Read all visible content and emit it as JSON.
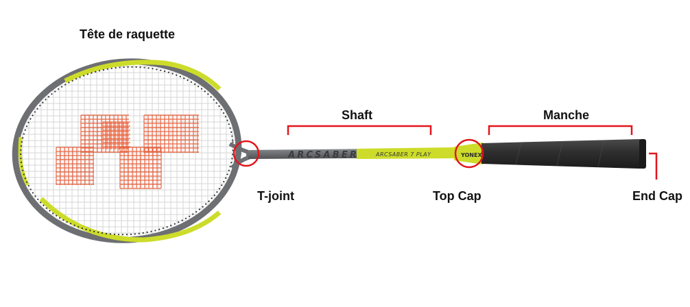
{
  "labels": {
    "head": "Tête de raquette",
    "shaft": "Shaft",
    "handle": "Manche",
    "t_joint": "T-joint",
    "top_cap": "Top Cap",
    "end_cap": "End Cap"
  },
  "racket": {
    "shaft_text": "ARCSABER",
    "shaft_text_small": "ARCSABER 7 PLAY",
    "brand": "YONEX"
  },
  "colors": {
    "accent": "#e3151b",
    "frame_yellow": "#cddc2a",
    "frame_grey": "#6d6f72",
    "grip": "#2b2b2b",
    "strings": "#d9dadb",
    "stencil": "#e8542c"
  }
}
